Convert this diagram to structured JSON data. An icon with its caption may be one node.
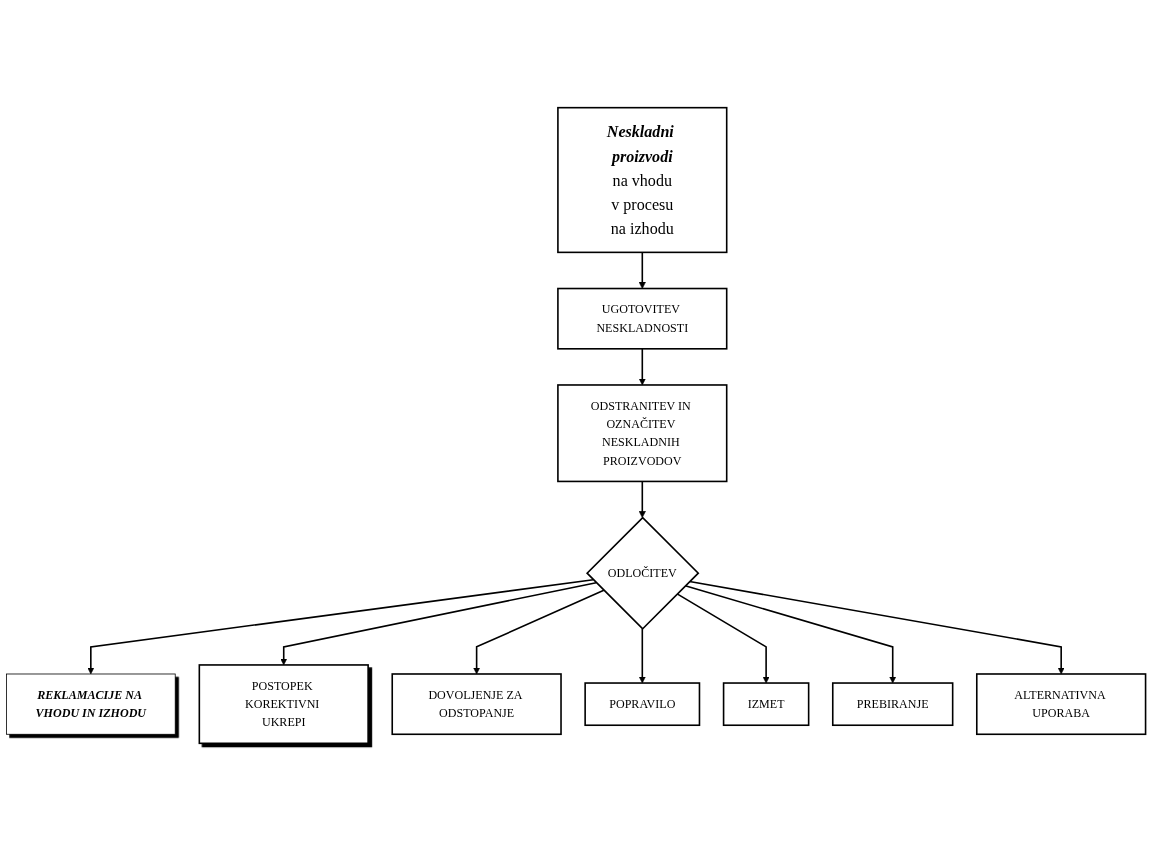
{
  "diagram": {
    "nodes": [
      {
        "text": [
          "Neskladni proizvodi",
          "na vhodu",
          "v procesu",
          "na izhodu"
        ]
      },
      {
        "text": [
          "UGOTOVITEV NESKLADNOSTI"
        ]
      },
      {
        "text": [
          "ODSTRANITEV IN OZNAČITEV NESKLADNIH PROIZVODOV"
        ]
      },
      {
        "text": [
          "ODLOČITEV"
        ]
      },
      {
        "text": [
          "REKLAMACIJE NA VHODU IN IZHODU"
        ]
      },
      {
        "text": [
          "POSTOPEK KOREKTIVNI UKREPI"
        ]
      },
      {
        "text": [
          "DOVOLJENJE ZA ODSTOPANJE"
        ]
      },
      {
        "text": [
          "POPRAVILO"
        ]
      },
      {
        "text": [
          "IZMET"
        ]
      },
      {
        "text": [
          "PREBIRANJE"
        ]
      },
      {
        "text": [
          "ALTERNATIVNA UPORABA"
        ]
      }
    ],
    "edges": [
      {
        "from": 0,
        "to": 1,
        "arrow": "to"
      },
      {
        "from": 1,
        "to": 2,
        "arrow": "to"
      },
      {
        "from": 2,
        "to": 3,
        "arrow": "to"
      },
      {
        "from": 3,
        "to": 4,
        "arrow": "to"
      },
      {
        "from": 3,
        "to": 5,
        "arrow": "to"
      },
      {
        "from": 3,
        "to": 6,
        "arrow": "to"
      },
      {
        "from": 3,
        "to": 7,
        "arrow": "to"
      },
      {
        "from": 3,
        "to": 8,
        "arrow": "to"
      },
      {
        "from": 3,
        "to": 9,
        "arrow": "to"
      },
      {
        "from": 3,
        "to": 10,
        "arrow": "to"
      }
    ]
  }
}
